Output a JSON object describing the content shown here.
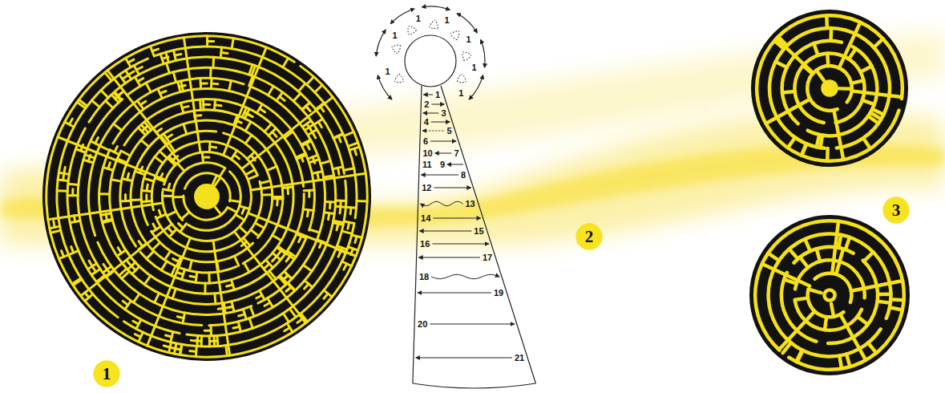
{
  "diagram": {
    "nodes": [
      {
        "text": [
          "1"
        ]
      },
      {
        "text": [
          "2"
        ]
      },
      {
        "text": [
          "3"
        ]
      }
    ],
    "labels": [
      "1",
      "1",
      "1",
      "1",
      "1",
      "1",
      "1",
      "1",
      "2",
      "3",
      "4",
      "5",
      "6",
      "10",
      "7",
      "11",
      "9",
      "8",
      "12",
      "13",
      "14",
      "15",
      "16",
      "17",
      "18",
      "19",
      "20",
      "21"
    ]
  }
}
